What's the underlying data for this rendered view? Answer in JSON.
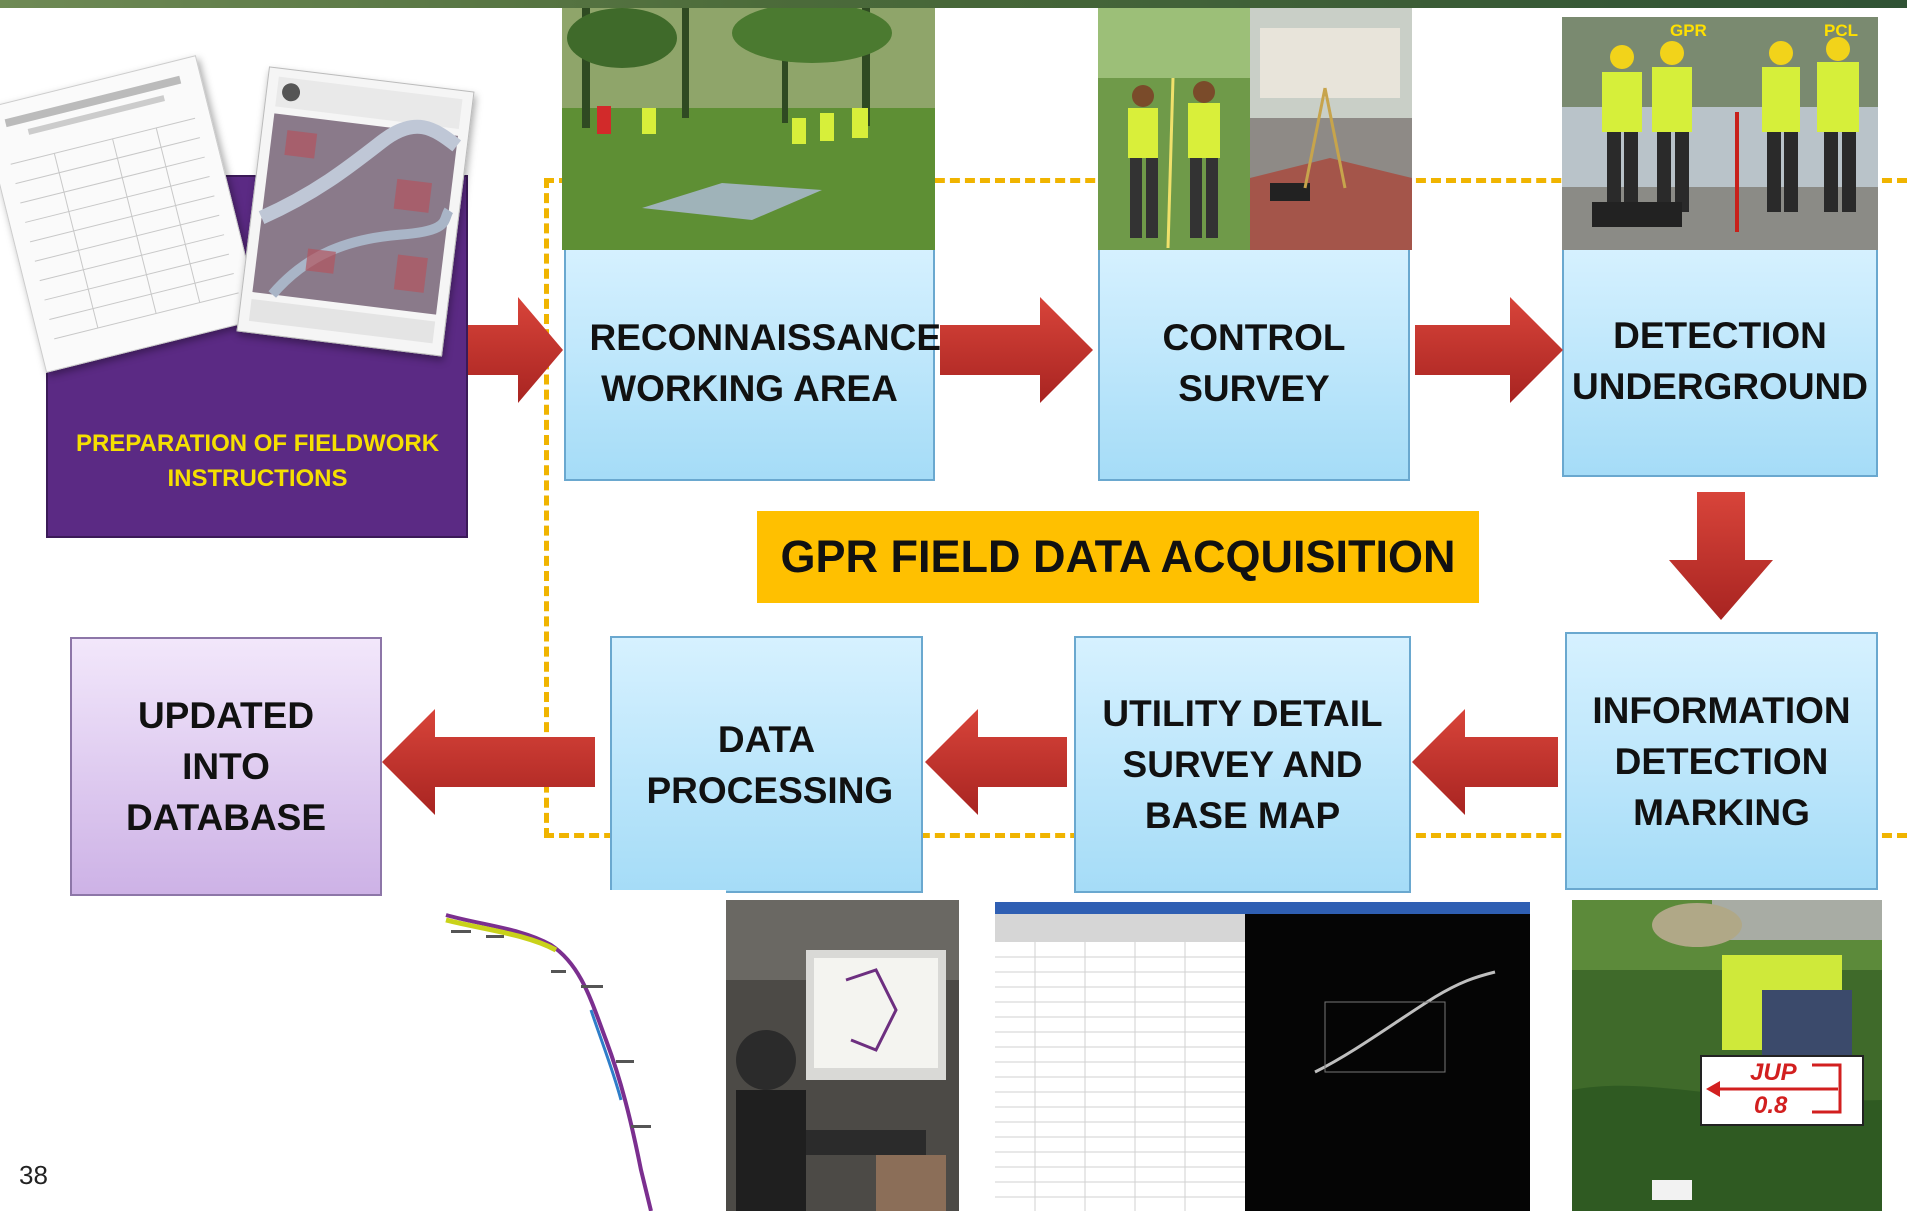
{
  "page_number": "38",
  "section_title": "GPR FIELD DATA ACQUISITION",
  "steps": {
    "preparation": "PREPARATION OF FIELDWORK INSTRUCTIONS",
    "reconnaissance": "RECONNAISSANCE WORKING AREA",
    "control_survey": "CONTROL SURVEY",
    "detection": "DETECTION UNDERGROUND",
    "information": "INFORMATION DETECTION MARKING",
    "utility_detail": "UTILITY DETAIL SURVEY AND BASE MAP",
    "data_processing": "DATA PROCESSING",
    "updated": "UPDATED INTO DATABASE"
  },
  "photo_labels": {
    "gpr": "GPR",
    "pcl": "PCL",
    "marking_code": "JUP",
    "marking_depth": "0.8"
  },
  "colors": {
    "step_box": "#a5dcf7",
    "preparation_box": "#5b2a84",
    "updated_box": "#cdb2e6",
    "title_banner": "#ffc000",
    "arrow": "#c0312b",
    "dashed_border": "#f0b400"
  }
}
